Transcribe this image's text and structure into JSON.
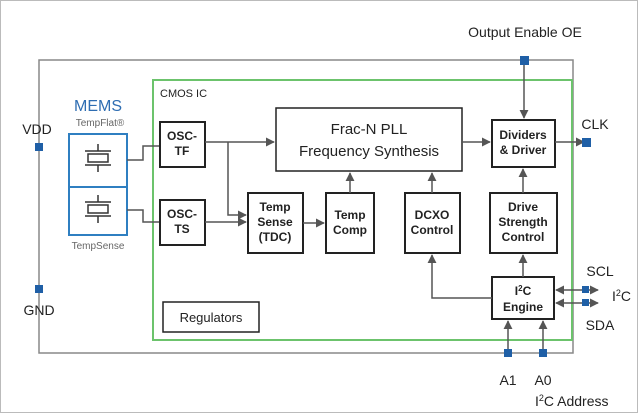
{
  "pins": {
    "vdd": "VDD",
    "gnd": "GND",
    "clk": "CLK",
    "scl": "SCL",
    "sda": "SDA",
    "i2c_base": "I",
    "i2c_sup": "2",
    "i2c_tail": "C",
    "a1": "A1",
    "a0": "A0",
    "output_enable": "Output Enable OE",
    "i2c_address_tail": "C Address"
  },
  "mems": {
    "title": "MEMS",
    "tempflat": "TempFlat®",
    "tempsense": "TempSense"
  },
  "ic": {
    "label": "CMOS IC"
  },
  "blocks": {
    "osc_tf": [
      "OSC-",
      "TF"
    ],
    "osc_ts": [
      "OSC-",
      "TS"
    ],
    "pll": [
      "Frac-N PLL",
      "Frequency Synthesis"
    ],
    "temp_sense": [
      "Temp",
      "Sense",
      "(TDC)"
    ],
    "temp_comp": [
      "Temp",
      "Comp"
    ],
    "dcxo": [
      "DCXO",
      "Control"
    ],
    "dividers": [
      "Dividers",
      "& Driver"
    ],
    "drive": [
      "Drive",
      "Strength",
      "Control"
    ],
    "i2c_engine_tail": "C",
    "i2c_engine_line2": "Engine",
    "regulators": "Regulators"
  },
  "colors": {
    "ic_border": "#6cc36c",
    "mems_border": "#2f7fc1",
    "mems_title": "#2e6db2",
    "pin_fill": "#1f5fa6",
    "line": "#666666"
  }
}
